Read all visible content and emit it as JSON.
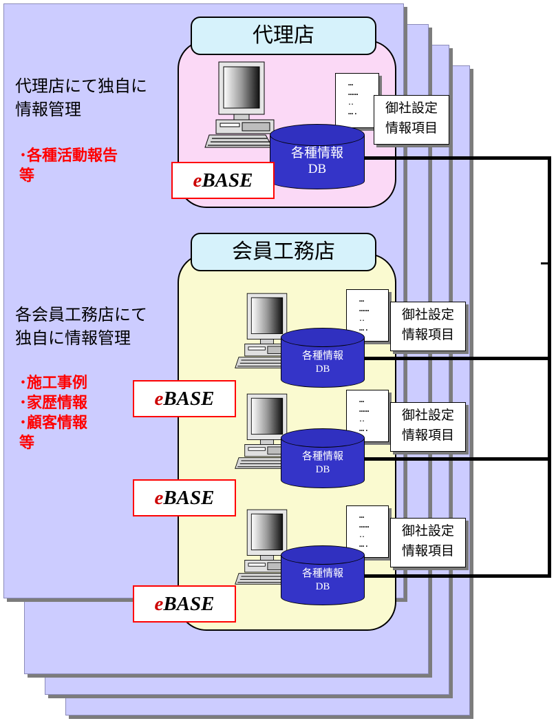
{
  "agency": {
    "title": "代理店",
    "side_text": [
      "代理店にて独自に",
      "情報管理"
    ],
    "examples": [
      "･各種活動報告",
      "等"
    ],
    "ebase": {
      "e": "e",
      "rest": "BASE"
    },
    "doc_dots": [
      "…",
      "……",
      "‥",
      "…."
    ],
    "info_box": [
      "御社設定",
      "情報項目"
    ],
    "db": [
      "各種情報",
      "DB"
    ]
  },
  "member": {
    "title": "会員工務店",
    "side_text": [
      "各会員工務店にて",
      "独自に情報管理"
    ],
    "examples": [
      "･施工事例",
      "･家歴情報",
      "･顧客情報",
      "等"
    ],
    "units": [
      {
        "ebase": {
          "e": "e",
          "rest": "BASE"
        },
        "doc_dots": [
          "…",
          "……",
          "‥",
          "…."
        ],
        "info_box": [
          "御社設定",
          "情報項目"
        ],
        "db": [
          "各種情報",
          "DB"
        ]
      },
      {
        "ebase": {
          "e": "e",
          "rest": "BASE"
        },
        "doc_dots": [
          "…",
          "……",
          "‥",
          "…."
        ],
        "info_box": [
          "御社設定",
          "情報項目"
        ],
        "db": [
          "各種情報",
          "DB"
        ]
      },
      {
        "ebase": {
          "e": "e",
          "rest": "BASE"
        },
        "doc_dots": [
          "…",
          "……",
          "‥",
          "…."
        ],
        "info_box": [
          "御社設定",
          "情報項目"
        ],
        "db": [
          "各種情報",
          "DB"
        ]
      }
    ]
  },
  "colors": {
    "page": "#ccccff",
    "agency_bg": "#fbd9f6",
    "member_bg": "#fafad0",
    "title_bg": "#d6f2fb",
    "highlight": "#ff0000",
    "db": "#3434c8"
  }
}
